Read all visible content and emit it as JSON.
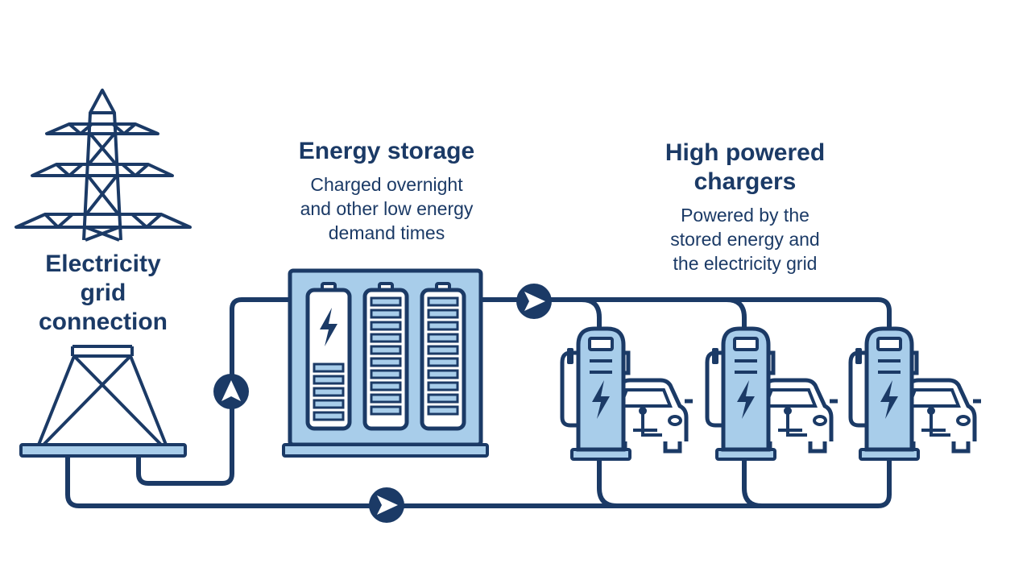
{
  "grid": {
    "title_lines": [
      "Electricity",
      "grid",
      "connection"
    ]
  },
  "storage": {
    "title": "Energy storage",
    "desc_lines": [
      "Charged overnight",
      "and other low energy",
      "demand times"
    ]
  },
  "chargers": {
    "title_lines": [
      "High powered",
      "chargers"
    ],
    "desc_lines": [
      "Powered by the",
      "stored energy and",
      "the electricity grid"
    ]
  },
  "colors": {
    "navy": "#1b3a66",
    "light_blue": "#a8cdea",
    "white": "#ffffff"
  },
  "icons": [
    "pylon-icon",
    "battery-icon",
    "charger-icon",
    "car-icon",
    "bolt-icon",
    "flow-arrow-icon"
  ]
}
